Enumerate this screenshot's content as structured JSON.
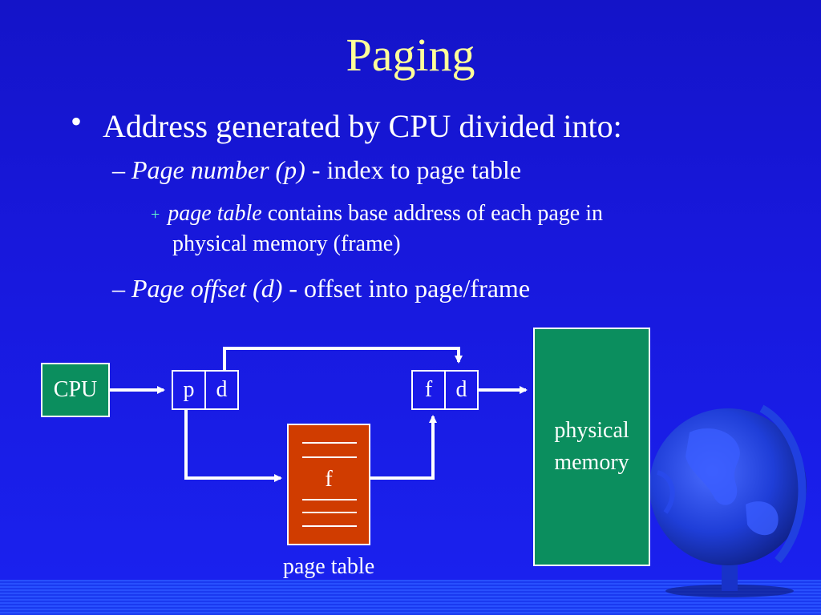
{
  "slide": {
    "title": "Paging",
    "bullet": "Address generated by CPU divided into:",
    "sub1_italic": "Page number (p)",
    "sub1_rest": " - index to page table",
    "sub1_detail_italic": "page table",
    "sub1_detail_rest": " contains base address of each page in",
    "sub1_detail_line2": "physical memory (frame)",
    "sub2_italic": "Page offset (d)",
    "sub2_rest": " - offset into page/frame"
  },
  "diagram": {
    "cpu_label": "CPU",
    "logical_p": "p",
    "logical_d": "d",
    "physical_f": "f",
    "physical_d": "d",
    "page_table_entry": "f",
    "page_table_caption": "page table",
    "memory_line1": "physical",
    "memory_line2": "memory"
  },
  "colors": {
    "background": "#1818dc",
    "title": "#ffff99",
    "green_box": "#0b8e5e",
    "page_table": "#d03c00"
  }
}
